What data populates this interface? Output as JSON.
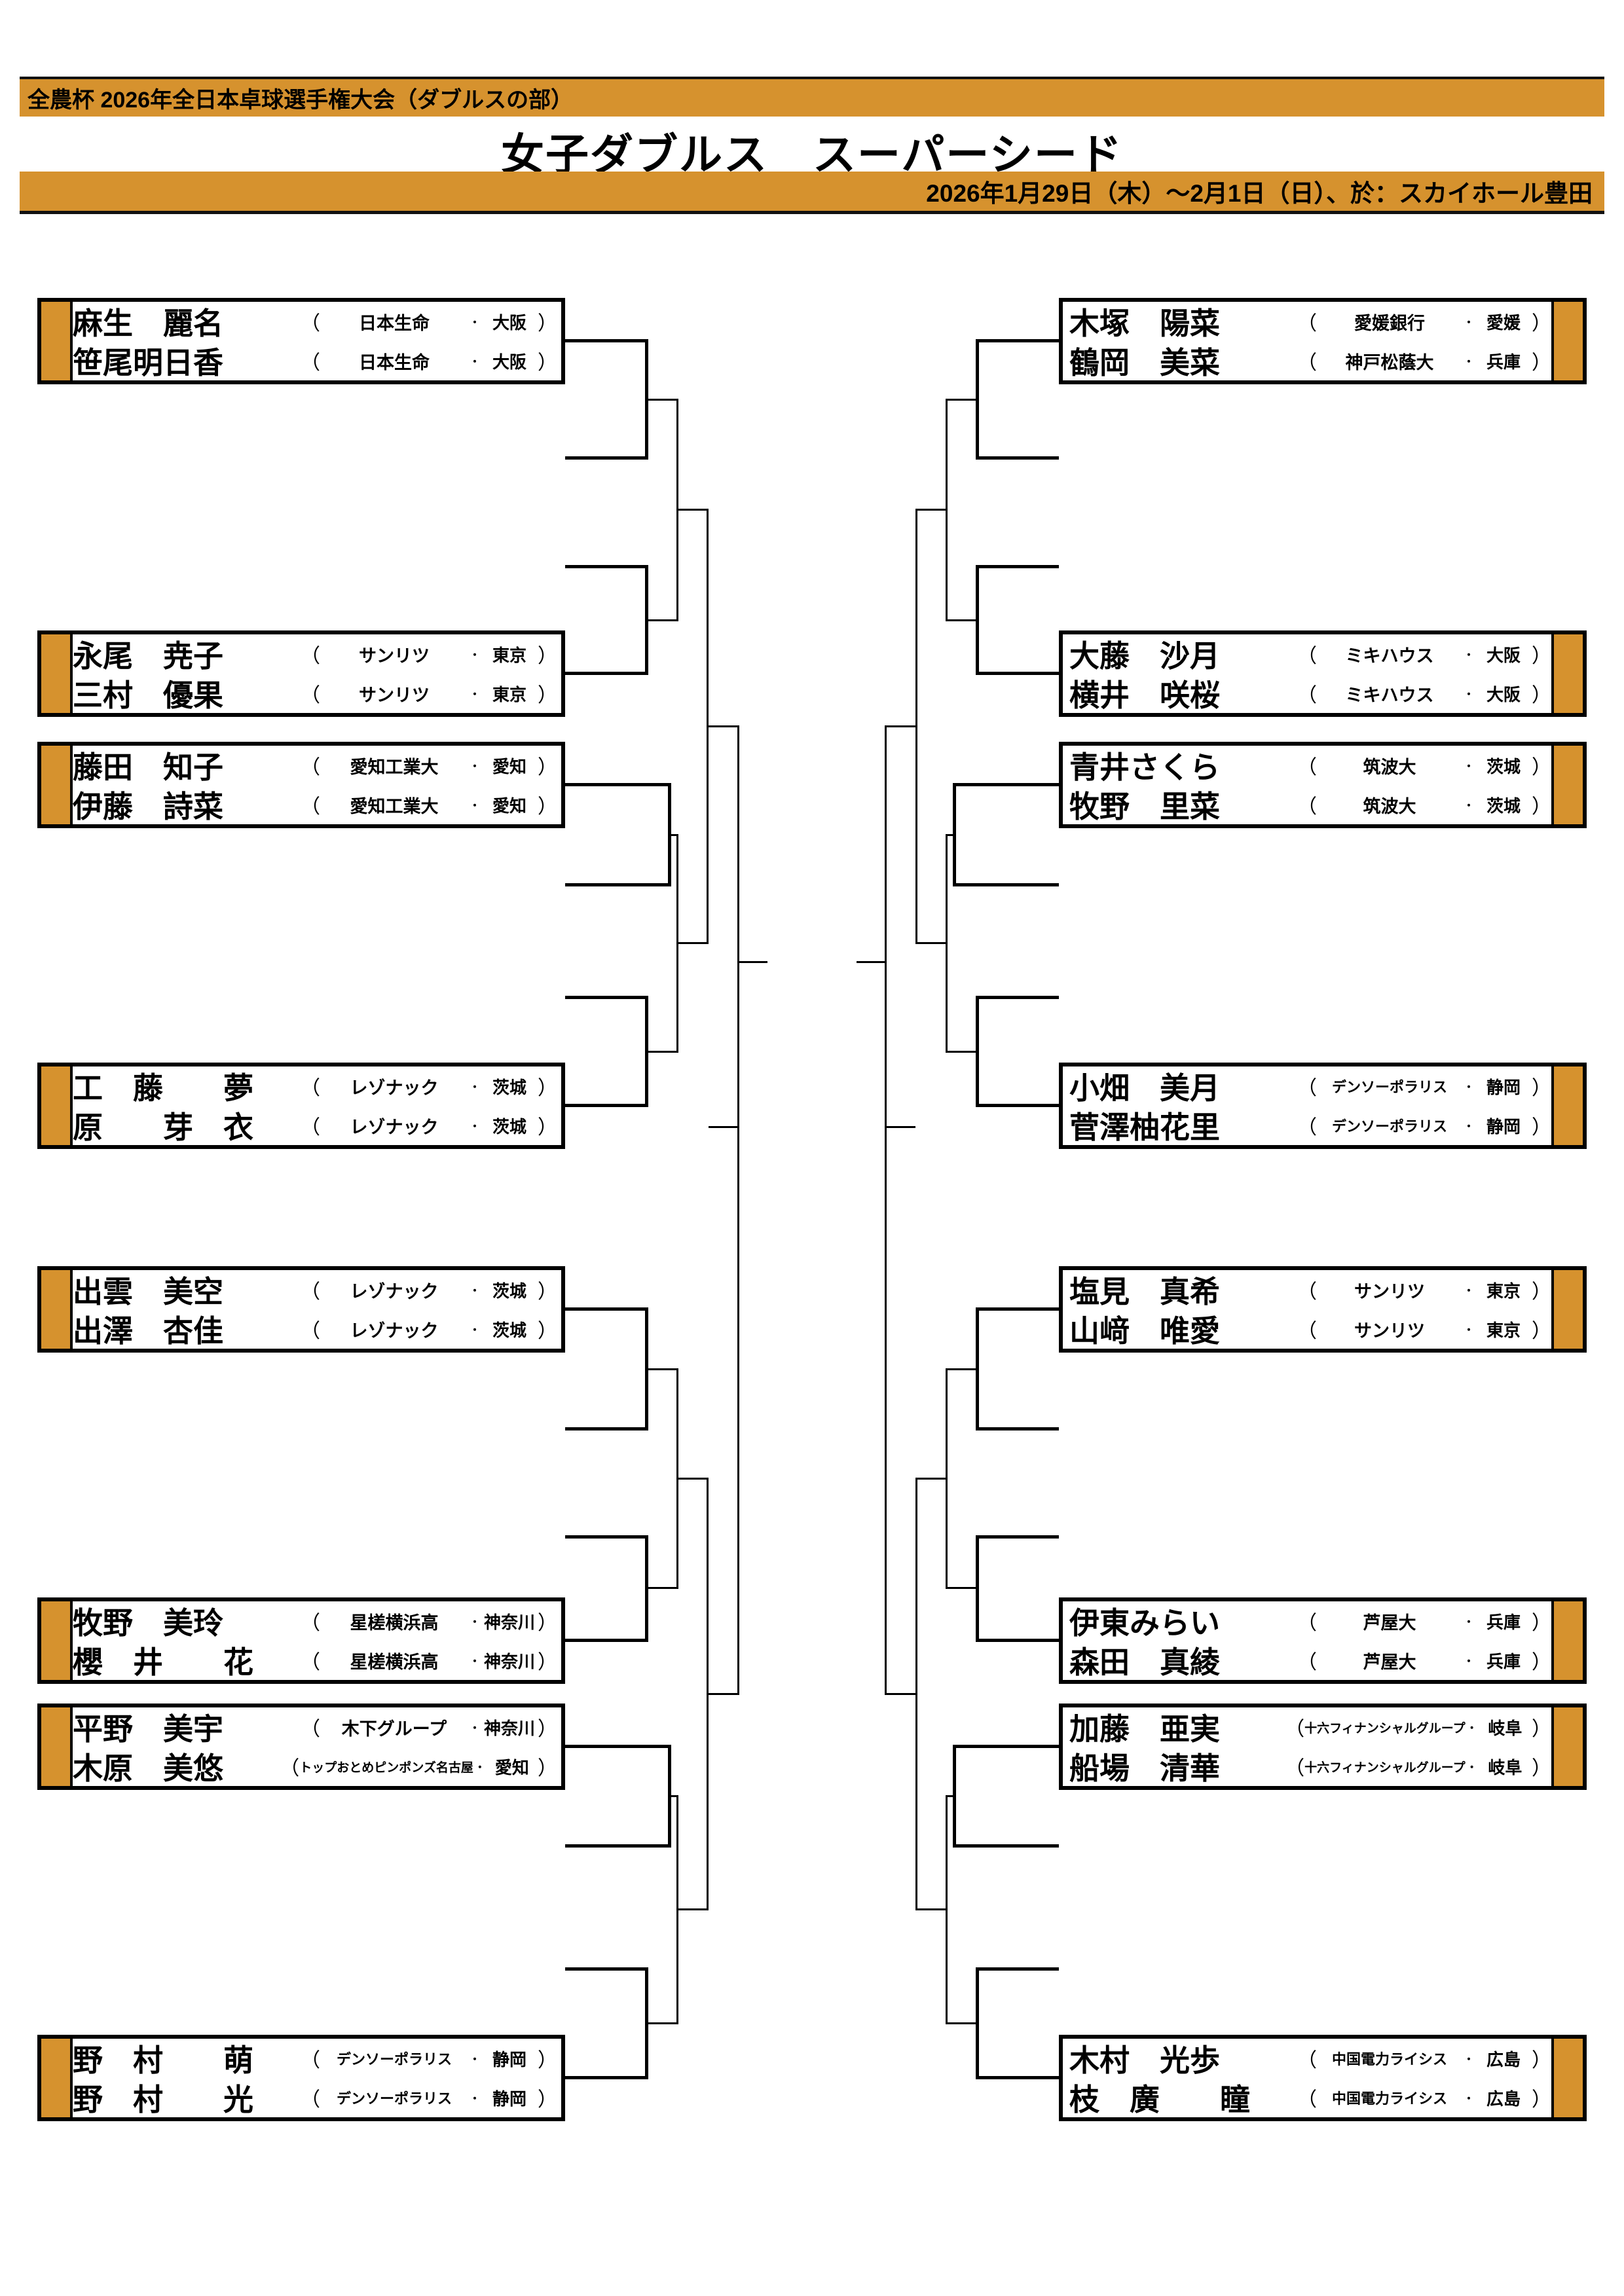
{
  "header": {
    "event_line": "全農杯 2026年全日本卓球選手権大会（ダブルスの部）",
    "title": "女子ダブルス　スーパーシード",
    "date_line": "2026年1月29日（木）～2月1日（日）、於：スカイホール豊田",
    "accent_color": "#d6922e"
  },
  "bracket": {
    "left": [
      {
        "players": [
          {
            "name": "麻生　麗名",
            "affiliation": "日本生命",
            "prefecture": "大阪"
          },
          {
            "name": "笹尾明日香",
            "affiliation": "日本生命",
            "prefecture": "大阪"
          }
        ]
      },
      {
        "players": [
          {
            "name": "永尾　尭子",
            "affiliation": "サンリツ",
            "prefecture": "東京"
          },
          {
            "name": "三村　優果",
            "affiliation": "サンリツ",
            "prefecture": "東京"
          }
        ]
      },
      {
        "players": [
          {
            "name": "藤田　知子",
            "affiliation": "愛知工業大",
            "prefecture": "愛知"
          },
          {
            "name": "伊藤　詩菜",
            "affiliation": "愛知工業大",
            "prefecture": "愛知"
          }
        ]
      },
      {
        "players": [
          {
            "name": "工　藤　　夢",
            "affiliation": "レゾナック",
            "prefecture": "茨城"
          },
          {
            "name": "原　　芽　衣",
            "affiliation": "レゾナック",
            "prefecture": "茨城"
          }
        ]
      },
      {
        "players": [
          {
            "name": "出雲　美空",
            "affiliation": "レゾナック",
            "prefecture": "茨城"
          },
          {
            "name": "出澤　杏佳",
            "affiliation": "レゾナック",
            "prefecture": "茨城"
          }
        ]
      },
      {
        "players": [
          {
            "name": "牧野　美玲",
            "affiliation": "星槎横浜高",
            "prefecture": "神奈川"
          },
          {
            "name": "櫻　井　　花",
            "affiliation": "星槎横浜高",
            "prefecture": "神奈川"
          }
        ]
      },
      {
        "players": [
          {
            "name": "平野　美宇",
            "affiliation": "木下グループ",
            "prefecture": "神奈川"
          },
          {
            "name": "木原　美悠",
            "affiliation": "トップおとめピンポンズ名古屋",
            "prefecture": "愛知"
          }
        ]
      },
      {
        "players": [
          {
            "name": "野　村　　萌",
            "affiliation": "デンソーポラリス",
            "prefecture": "静岡"
          },
          {
            "name": "野　村　　光",
            "affiliation": "デンソーポラリス",
            "prefecture": "静岡"
          }
        ]
      }
    ],
    "right": [
      {
        "players": [
          {
            "name": "木塚　陽菜",
            "affiliation": "愛媛銀行",
            "prefecture": "愛媛"
          },
          {
            "name": "鶴岡　美菜",
            "affiliation": "神戸松蔭大",
            "prefecture": "兵庫"
          }
        ]
      },
      {
        "players": [
          {
            "name": "大藤　沙月",
            "affiliation": "ミキハウス",
            "prefecture": "大阪"
          },
          {
            "name": "横井　咲桜",
            "affiliation": "ミキハウス",
            "prefecture": "大阪"
          }
        ]
      },
      {
        "players": [
          {
            "name": "青井さくら",
            "affiliation": "筑波大",
            "prefecture": "茨城"
          },
          {
            "name": "牧野　里菜",
            "affiliation": "筑波大",
            "prefecture": "茨城"
          }
        ]
      },
      {
        "players": [
          {
            "name": "小畑　美月",
            "affiliation": "デンソーポラリス",
            "prefecture": "静岡"
          },
          {
            "name": "菅澤柚花里",
            "affiliation": "デンソーポラリス",
            "prefecture": "静岡"
          }
        ]
      },
      {
        "players": [
          {
            "name": "塩見　真希",
            "affiliation": "サンリツ",
            "prefecture": "東京"
          },
          {
            "name": "山﨑　唯愛",
            "affiliation": "サンリツ",
            "prefecture": "東京"
          }
        ]
      },
      {
        "players": [
          {
            "name": "伊東みらい",
            "affiliation": "芦屋大",
            "prefecture": "兵庫"
          },
          {
            "name": "森田　真綾",
            "affiliation": "芦屋大",
            "prefecture": "兵庫"
          }
        ]
      },
      {
        "players": [
          {
            "name": "加藤　亜実",
            "affiliation": "十六フィナンシャルグループ",
            "prefecture": "岐阜"
          },
          {
            "name": "船場　清華",
            "affiliation": "十六フィナンシャルグループ",
            "prefecture": "岐阜"
          }
        ]
      },
      {
        "players": [
          {
            "name": "木村　光歩",
            "affiliation": "中国電力ライシス",
            "prefecture": "広島"
          },
          {
            "name": "枝　廣　　瞳",
            "affiliation": "中国電力ライシス",
            "prefecture": "広島"
          }
        ]
      }
    ]
  }
}
